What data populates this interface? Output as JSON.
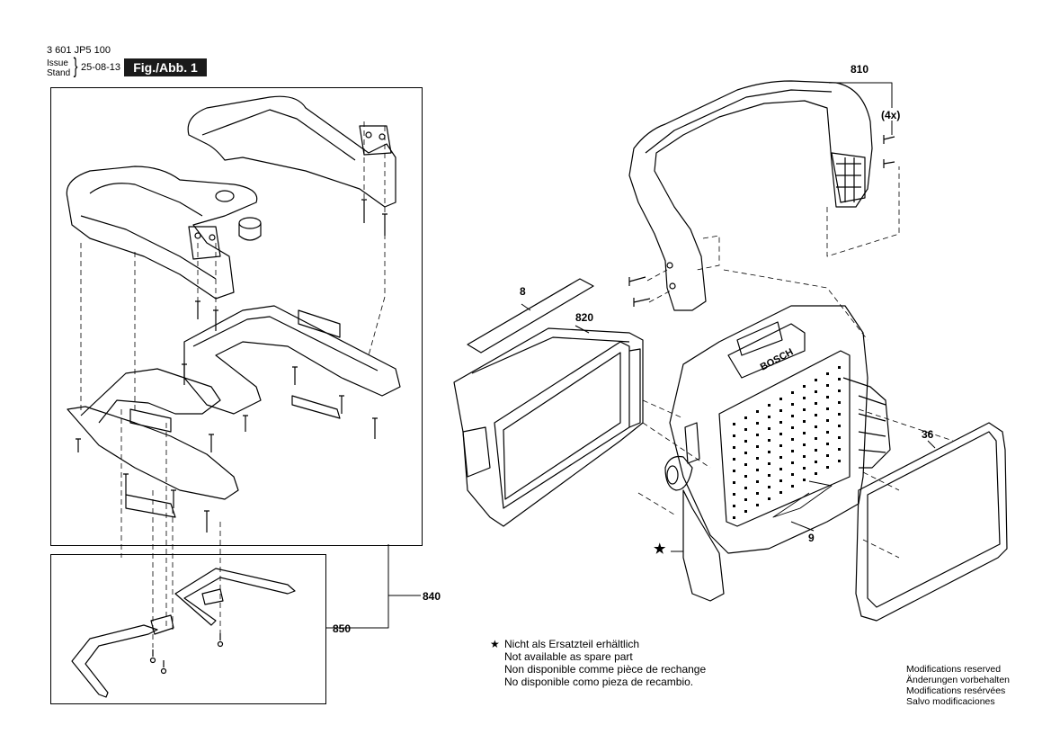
{
  "header": {
    "doc_number": "3 601 JP5 100",
    "issue_label": "Issue",
    "stand_label": "Stand",
    "date": "25-08-13",
    "figure_label": "Fig./Abb. 1"
  },
  "part_labels": {
    "p810": "810",
    "p4x": "(4x)",
    "p8": "8",
    "p820": "820",
    "p36": "36",
    "p9": "9",
    "p840": "840",
    "p850": "850"
  },
  "brand_text": "BOSCH",
  "footnote": {
    "symbol": "★",
    "lines": [
      "Nicht als Ersatzteil erhältlich",
      "Not available as spare part",
      "Non disponible comme pièce de rechange",
      "No disponible como pieza de recambio."
    ]
  },
  "legal": {
    "lines": [
      "Modifications reserved",
      "Änderungen vorbehalten",
      "Modifications resérvées",
      "Salvo modificaciones"
    ]
  }
}
